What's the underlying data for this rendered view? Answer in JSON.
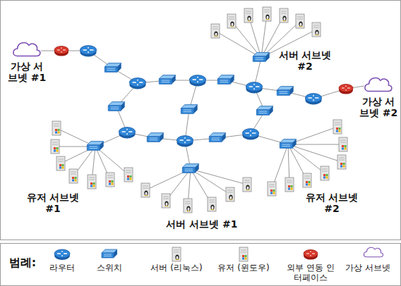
{
  "diagram": {
    "nodes": [
      {
        "text": [
          "가상 서브넷 #1"
        ]
      },
      {
        "text": [
          "가상 서브넷 #2"
        ]
      }
    ],
    "labels": [
      "서버 서브넷 #2",
      "유저 서브넷 #1",
      "서버 서브넷 #1",
      "유저 서브넷 #2",
      "범례:"
    ],
    "legend": [
      {
        "text": "라우터"
      },
      {
        "text": "스위치"
      },
      {
        "text": "서버 (리눅스)"
      },
      {
        "text": "유저 (윈도우)"
      },
      {
        "text": "외부 연동 인터페이스"
      },
      {
        "text": "가상 서브넷"
      }
    ]
  }
}
